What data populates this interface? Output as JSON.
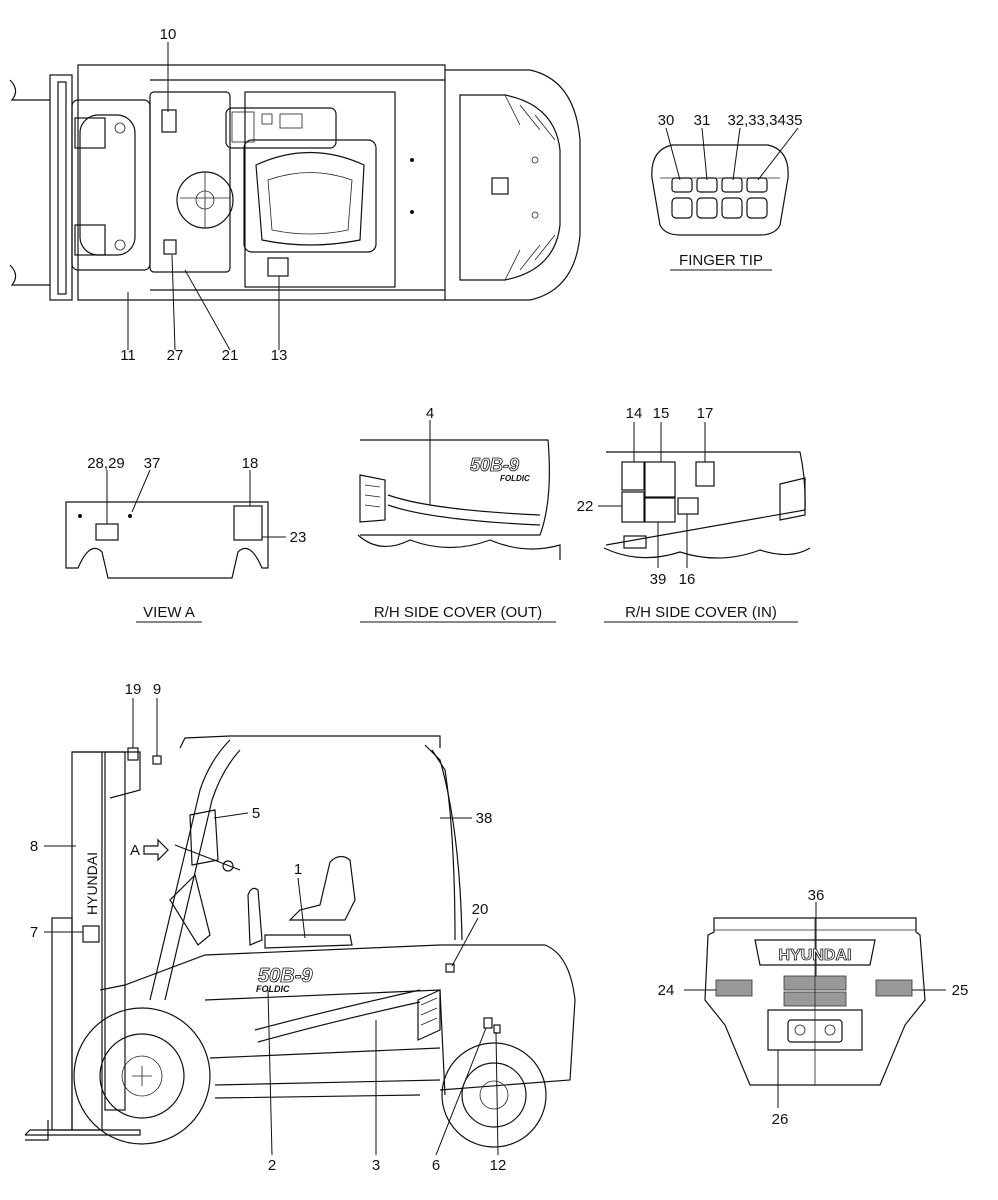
{
  "captions": {
    "finger_tip": "FINGER TIP",
    "view_a": "VIEW A",
    "rh_out": "R/H SIDE COVER (OUT)",
    "rh_in": "R/H SIDE COVER (IN)"
  },
  "markings": {
    "model": "50B-9",
    "model_sub": "FOLDIC",
    "brand": "HYUNDAI",
    "view_arrow": "A"
  },
  "labels": {
    "top_view": [
      "10",
      "11",
      "27",
      "21",
      "13"
    ],
    "finger_tip": [
      "30",
      "31",
      "32,33,3435"
    ],
    "view_a": [
      "28,29",
      "37",
      "18",
      "23"
    ],
    "rh_out": [
      "4"
    ],
    "rh_in": [
      "14",
      "15",
      "17",
      "22",
      "39",
      "16"
    ],
    "side_view": [
      "19",
      "9",
      "5",
      "38",
      "8",
      "1",
      "7",
      "20",
      "2",
      "3",
      "6",
      "12"
    ],
    "rear_view": [
      "36",
      "24",
      "25",
      "26"
    ]
  }
}
